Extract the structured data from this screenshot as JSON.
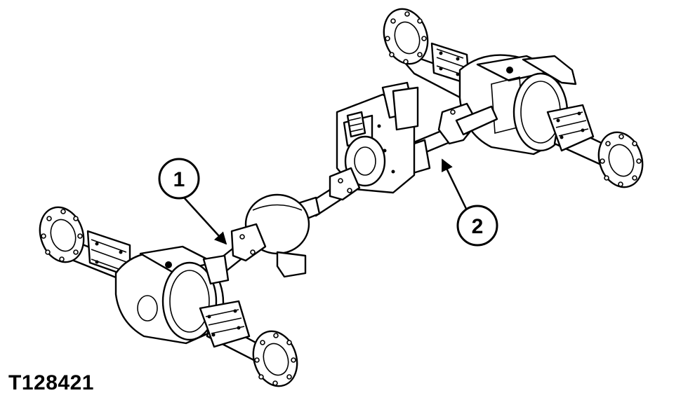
{
  "figure_id": "T128421",
  "callouts": [
    {
      "label": "1"
    },
    {
      "label": "2"
    }
  ]
}
